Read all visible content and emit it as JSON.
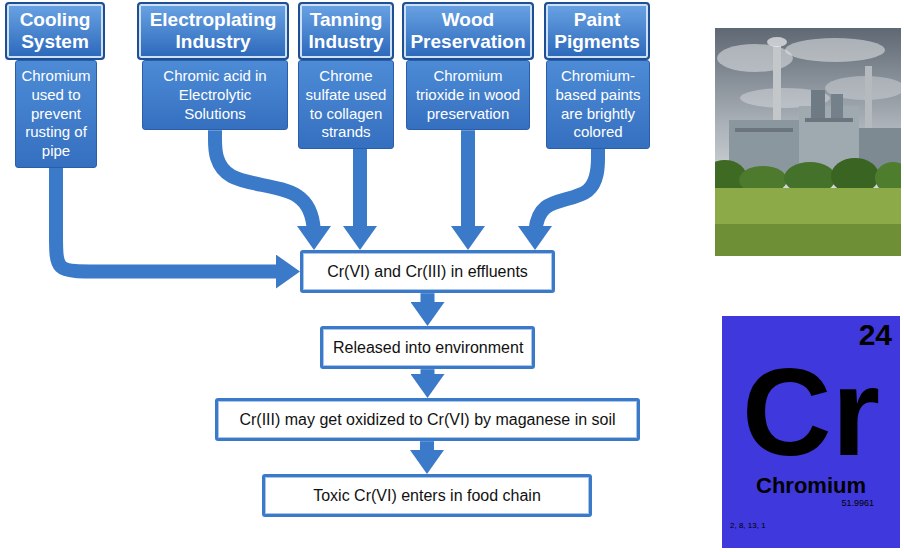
{
  "diagram": {
    "nodes": [
      {
        "text": [
          "Cooling System"
        ]
      },
      {
        "text": [
          "Electroplating Industry"
        ]
      },
      {
        "text": [
          "Tanning Industry"
        ]
      },
      {
        "text": [
          "Wood Preservation"
        ]
      },
      {
        "text": [
          "Paint Pigments"
        ]
      },
      {
        "text": [
          "Chromium used to prevent rusting of pipe"
        ]
      },
      {
        "text": [
          "Chromic acid in Electrolytic Solutions"
        ]
      },
      {
        "text": [
          "Chrome sulfate used to collagen strands"
        ]
      },
      {
        "text": [
          "Chromium trioxide in wood preservation"
        ]
      },
      {
        "text": [
          "Chromium-based paints are brightly colored"
        ]
      },
      {
        "text": [
          "Cr(VI) and Cr(III) in effluents"
        ]
      },
      {
        "text": [
          "Released into environment"
        ]
      },
      {
        "text": [
          "Cr(III) may get oxidized to Cr(VI) by maganese in soil"
        ]
      },
      {
        "text": [
          "Toxic Cr(VI) enters in food chain"
        ]
      },
      {
        "text": [
          "24",
          "Cr",
          "Chromium",
          "51.9961",
          "2, 8, 13, 1"
        ]
      }
    ],
    "edges": [
      {
        "from": 5,
        "to": 10,
        "arrow": "to"
      },
      {
        "from": 6,
        "to": 10,
        "arrow": "to"
      },
      {
        "from": 7,
        "to": 10,
        "arrow": "to"
      },
      {
        "from": 8,
        "to": 10,
        "arrow": "to"
      },
      {
        "from": 9,
        "to": 10,
        "arrow": "to"
      },
      {
        "from": 10,
        "to": 11,
        "arrow": "to"
      },
      {
        "from": 11,
        "to": 12,
        "arrow": "to"
      },
      {
        "from": 12,
        "to": 13,
        "arrow": "to"
      }
    ]
  }
}
